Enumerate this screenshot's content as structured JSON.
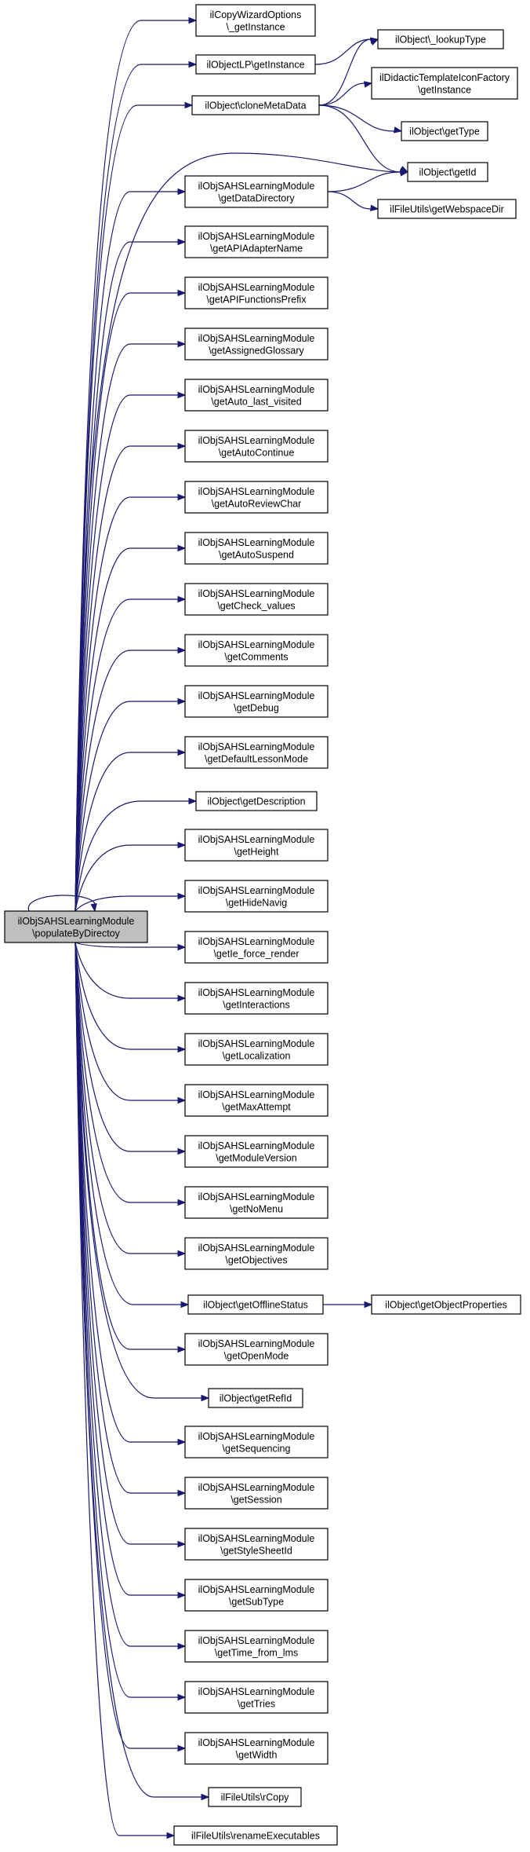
{
  "graph": {
    "root": {
      "id": "root",
      "lines": [
        "ilObjSAHSLearningModule",
        "\\populateByDirectoy"
      ]
    },
    "nodes": [
      {
        "id": "n1",
        "lines": [
          "ilCopyWizardOptions",
          "\\_getInstance"
        ]
      },
      {
        "id": "n2",
        "lines": [
          "ilObjectLP\\getInstance"
        ]
      },
      {
        "id": "n3",
        "lines": [
          "ilObject\\cloneMetaData"
        ]
      },
      {
        "id": "n4",
        "lines": [
          "ilObjSAHSLearningModule",
          "\\getDataDirectory"
        ]
      },
      {
        "id": "n5",
        "lines": [
          "ilObjSAHSLearningModule",
          "\\getAPIAdapterName"
        ]
      },
      {
        "id": "n6",
        "lines": [
          "ilObjSAHSLearningModule",
          "\\getAPIFunctionsPrefix"
        ]
      },
      {
        "id": "n7",
        "lines": [
          "ilObjSAHSLearningModule",
          "\\getAssignedGlossary"
        ]
      },
      {
        "id": "n8",
        "lines": [
          "ilObjSAHSLearningModule",
          "\\getAuto_last_visited"
        ]
      },
      {
        "id": "n9",
        "lines": [
          "ilObjSAHSLearningModule",
          "\\getAutoContinue"
        ]
      },
      {
        "id": "n10",
        "lines": [
          "ilObjSAHSLearningModule",
          "\\getAutoReviewChar"
        ]
      },
      {
        "id": "n11",
        "lines": [
          "ilObjSAHSLearningModule",
          "\\getAutoSuspend"
        ]
      },
      {
        "id": "n12",
        "lines": [
          "ilObjSAHSLearningModule",
          "\\getCheck_values"
        ]
      },
      {
        "id": "n13",
        "lines": [
          "ilObjSAHSLearningModule",
          "\\getComments"
        ]
      },
      {
        "id": "n14",
        "lines": [
          "ilObjSAHSLearningModule",
          "\\getDebug"
        ]
      },
      {
        "id": "n15",
        "lines": [
          "ilObjSAHSLearningModule",
          "\\getDefaultLessonMode"
        ]
      },
      {
        "id": "n16",
        "lines": [
          "ilObject\\getDescription"
        ]
      },
      {
        "id": "n17",
        "lines": [
          "ilObjSAHSLearningModule",
          "\\getHeight"
        ]
      },
      {
        "id": "n18",
        "lines": [
          "ilObjSAHSLearningModule",
          "\\getHideNavig"
        ]
      },
      {
        "id": "n19",
        "lines": [
          "ilObjSAHSLearningModule",
          "\\getIe_force_render"
        ]
      },
      {
        "id": "n20",
        "lines": [
          "ilObjSAHSLearningModule",
          "\\getInteractions"
        ]
      },
      {
        "id": "n21",
        "lines": [
          "ilObjSAHSLearningModule",
          "\\getLocalization"
        ]
      },
      {
        "id": "n22",
        "lines": [
          "ilObjSAHSLearningModule",
          "\\getMaxAttempt"
        ]
      },
      {
        "id": "n23",
        "lines": [
          "ilObjSAHSLearningModule",
          "\\getModuleVersion"
        ]
      },
      {
        "id": "n24",
        "lines": [
          "ilObjSAHSLearningModule",
          "\\getNoMenu"
        ]
      },
      {
        "id": "n25",
        "lines": [
          "ilObjSAHSLearningModule",
          "\\getObjectives"
        ]
      },
      {
        "id": "n26",
        "lines": [
          "ilObject\\getOfflineStatus"
        ]
      },
      {
        "id": "n27",
        "lines": [
          "ilObjSAHSLearningModule",
          "\\getOpenMode"
        ]
      },
      {
        "id": "n28",
        "lines": [
          "ilObject\\getRefId"
        ]
      },
      {
        "id": "n29",
        "lines": [
          "ilObjSAHSLearningModule",
          "\\getSequencing"
        ]
      },
      {
        "id": "n30",
        "lines": [
          "ilObjSAHSLearningModule",
          "\\getSession"
        ]
      },
      {
        "id": "n31",
        "lines": [
          "ilObjSAHSLearningModule",
          "\\getStyleSheetId"
        ]
      },
      {
        "id": "n32",
        "lines": [
          "ilObjSAHSLearningModule",
          "\\getSubType"
        ]
      },
      {
        "id": "n33",
        "lines": [
          "ilObjSAHSLearningModule",
          "\\getTime_from_lms"
        ]
      },
      {
        "id": "n34",
        "lines": [
          "ilObjSAHSLearningModule",
          "\\getTries"
        ]
      },
      {
        "id": "n35",
        "lines": [
          "ilObjSAHSLearningModule",
          "\\getWidth"
        ]
      },
      {
        "id": "n36",
        "lines": [
          "ilFileUtils\\rCopy"
        ]
      },
      {
        "id": "n37",
        "lines": [
          "ilFileUtils\\renameExecutables"
        ]
      },
      {
        "id": "r1",
        "lines": [
          "ilObject\\_lookupType"
        ]
      },
      {
        "id": "r2",
        "lines": [
          "ilDidacticTemplateIconFactory",
          "\\getInstance"
        ]
      },
      {
        "id": "r3",
        "lines": [
          "ilObject\\getType"
        ]
      },
      {
        "id": "r4",
        "lines": [
          "ilObject\\getId"
        ]
      },
      {
        "id": "r5",
        "lines": [
          "ilFileUtils\\getWebspaceDir"
        ]
      },
      {
        "id": "r6",
        "lines": [
          "ilObject\\getObjectProperties"
        ]
      }
    ],
    "edges": [
      [
        "root",
        "root"
      ],
      [
        "root",
        "n1"
      ],
      [
        "root",
        "n2"
      ],
      [
        "root",
        "n3"
      ],
      [
        "root",
        "n4"
      ],
      [
        "root",
        "n5"
      ],
      [
        "root",
        "n6"
      ],
      [
        "root",
        "n7"
      ],
      [
        "root",
        "n8"
      ],
      [
        "root",
        "n9"
      ],
      [
        "root",
        "n10"
      ],
      [
        "root",
        "n11"
      ],
      [
        "root",
        "n12"
      ],
      [
        "root",
        "n13"
      ],
      [
        "root",
        "n14"
      ],
      [
        "root",
        "n15"
      ],
      [
        "root",
        "n16"
      ],
      [
        "root",
        "n17"
      ],
      [
        "root",
        "n18"
      ],
      [
        "root",
        "n19"
      ],
      [
        "root",
        "n20"
      ],
      [
        "root",
        "n21"
      ],
      [
        "root",
        "n22"
      ],
      [
        "root",
        "n23"
      ],
      [
        "root",
        "n24"
      ],
      [
        "root",
        "n25"
      ],
      [
        "root",
        "n26"
      ],
      [
        "root",
        "n27"
      ],
      [
        "root",
        "n28"
      ],
      [
        "root",
        "n29"
      ],
      [
        "root",
        "n30"
      ],
      [
        "root",
        "n31"
      ],
      [
        "root",
        "n32"
      ],
      [
        "root",
        "n33"
      ],
      [
        "root",
        "n34"
      ],
      [
        "root",
        "n35"
      ],
      [
        "root",
        "n36"
      ],
      [
        "root",
        "n37"
      ],
      [
        "root",
        "r4"
      ],
      [
        "n2",
        "r1"
      ],
      [
        "n3",
        "r1"
      ],
      [
        "n3",
        "r2"
      ],
      [
        "n3",
        "r3"
      ],
      [
        "n3",
        "r4"
      ],
      [
        "n4",
        "r4"
      ],
      [
        "n4",
        "r5"
      ],
      [
        "n26",
        "r6"
      ]
    ]
  },
  "colors": {
    "edge": "#191970",
    "root_fill": "#bfbfbf",
    "node_fill": "#ffffff",
    "border": "#000000"
  }
}
